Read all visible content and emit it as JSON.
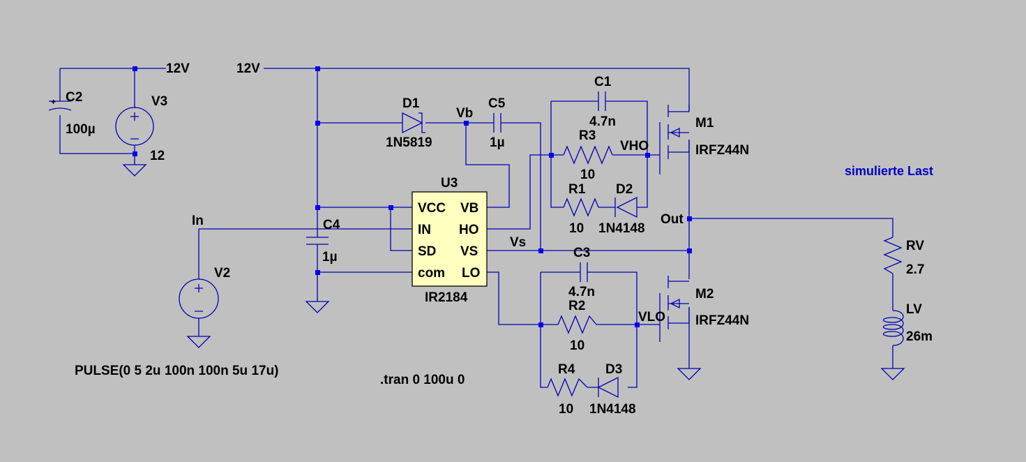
{
  "nets": {
    "v12_left": "12V",
    "v12_main": "12V",
    "in": "In",
    "vb": "Vb",
    "vs": "Vs",
    "vho": "VHO",
    "vlo": "VLO",
    "out": "Out"
  },
  "components": {
    "c2": {
      "name": "C2",
      "value": "100µ"
    },
    "v3": {
      "name": "V3",
      "value": "12"
    },
    "d1": {
      "name": "D1",
      "value": "1N5819"
    },
    "c5": {
      "name": "C5",
      "value": "1µ"
    },
    "c1": {
      "name": "C1",
      "value": "4.7n"
    },
    "r3": {
      "name": "R3",
      "value": "10"
    },
    "r1": {
      "name": "R1",
      "value": "10"
    },
    "d2": {
      "name": "D2",
      "value": "1N4148"
    },
    "m1": {
      "name": "M1",
      "value": "IRFZ44N"
    },
    "u3": {
      "name": "U3",
      "value": "IR2184",
      "pins": {
        "vcc": "VCC",
        "in": "IN",
        "sd": "SD",
        "com": "com",
        "vb": "VB",
        "ho": "HO",
        "vs": "VS",
        "lo": "LO"
      }
    },
    "c4": {
      "name": "C4",
      "value": "1µ"
    },
    "v2": {
      "name": "V2",
      "value": "PULSE(0 5 2u 100n 100n 5u 17u)"
    },
    "c3": {
      "name": "C3",
      "value": "4.7n"
    },
    "r2": {
      "name": "R2",
      "value": "10"
    },
    "r4": {
      "name": "R4",
      "value": "10"
    },
    "d3": {
      "name": "D3",
      "value": "1N4148"
    },
    "m2": {
      "name": "M2",
      "value": "IRFZ44N"
    },
    "rv": {
      "name": "RV",
      "value": "2.7"
    },
    "lv": {
      "name": "LV",
      "value": "26m"
    }
  },
  "annotations": {
    "load_note": "simulierte Last",
    "tran_directive": ".tran 0 100u 0"
  },
  "colors": {
    "background": "#c0c0c0",
    "wire": "#0000b4",
    "junction": "#0000f0",
    "ic_fill": "#ffffc0",
    "comment_text": "#0000c8"
  }
}
